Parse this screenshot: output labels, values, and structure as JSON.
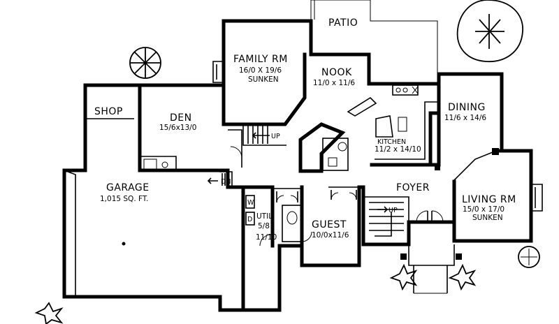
{
  "rooms": {
    "patio": {
      "name": "PATIO"
    },
    "family": {
      "name": "FAMILY RM",
      "dims": "16/0 X 19/6",
      "note": "SUNKEN"
    },
    "nook": {
      "name": "NOOK",
      "dims": "11/0 x 11/6"
    },
    "dining": {
      "name": "DINING",
      "dims": "11/6 x 14/6"
    },
    "shop": {
      "name": "SHOP"
    },
    "den": {
      "name": "DEN",
      "dims": "15/6x13/0"
    },
    "kitchen": {
      "name": "KITCHEN",
      "dims": "11/2 x 14/10"
    },
    "garage": {
      "name": "GARAGE",
      "dims": "1,015 SQ. FT."
    },
    "foyer": {
      "name": "FOYER"
    },
    "living": {
      "name": "LIVING RM",
      "dims": "15/0 x 17/0",
      "note": "SUNKEN"
    },
    "util": {
      "name": "UTIL",
      "dims_a": "5/8",
      "dims_b": "11/10"
    },
    "guest": {
      "name": "GUEST",
      "dims": "10/0x11/6"
    }
  },
  "stairs": {
    "up_family": "UP",
    "down_garage": "DN",
    "up_foyer": "UP"
  },
  "fixtures": {
    "washer": "W",
    "dryer": "D"
  }
}
